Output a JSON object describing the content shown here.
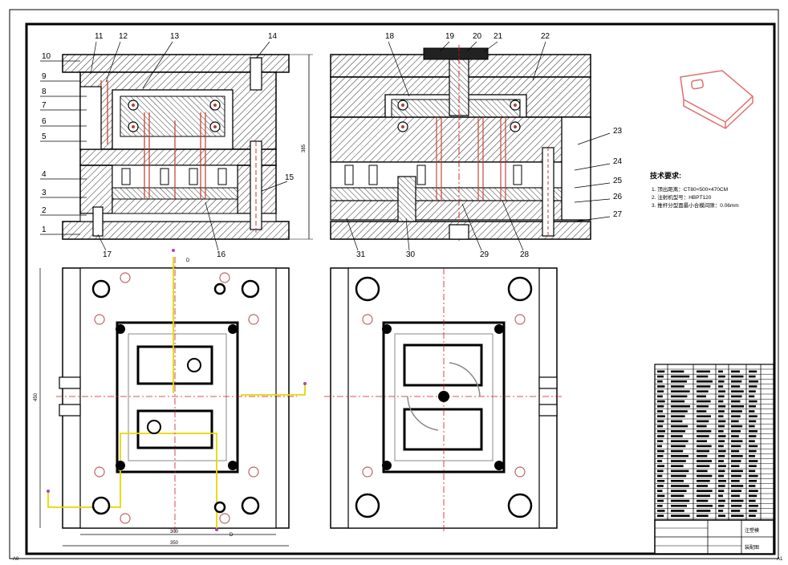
{
  "drawing": {
    "callouts_left": [
      "10",
      "9",
      "8",
      "7",
      "6",
      "5",
      "4",
      "3",
      "2",
      "1"
    ],
    "callouts_top_left": [
      "11",
      "12",
      "13",
      "14"
    ],
    "callouts_right_left_view": [
      "15"
    ],
    "callouts_bottom_left_view": [
      "17",
      "16"
    ],
    "callouts_top_right": [
      "18",
      "19",
      "20",
      "21",
      "22"
    ],
    "callouts_right": [
      "23",
      "24",
      "25",
      "26",
      "27"
    ],
    "callouts_bottom_right_view": [
      "31",
      "30",
      "29",
      "28"
    ],
    "dim_height": "385",
    "dim_plan_height": "450",
    "dim_plan_width_inner": "300",
    "dim_plan_width_outer": "350",
    "corner_left": "A0",
    "corner_right": "A1",
    "marker_label": "D"
  },
  "tech_requirements": {
    "title": "技术要求:",
    "items": [
      "1. 顶出距离：CT80×500×470CM",
      "2. 注射机型号：HBPT120",
      "3. 推杆分型面最小合模间隙：0.06mm"
    ]
  },
  "title_block": {
    "name": "注塑模",
    "drawing": "装配图"
  },
  "colors": {
    "line": "#000000",
    "hatch": "#333333",
    "centerline": "#d11a1a",
    "pins": "#c0392b",
    "cooling": "#e8d800",
    "marker": "#b040c0"
  }
}
